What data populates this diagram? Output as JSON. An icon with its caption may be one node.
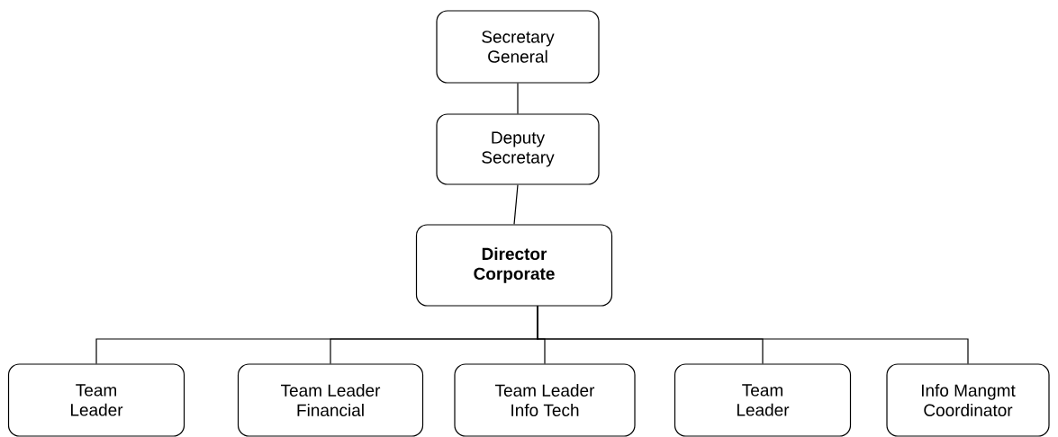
{
  "diagram": {
    "nodes": [
      {
        "text": [
          "Secretary General"
        ]
      },
      {
        "text": [
          "Deputy Secretary"
        ]
      },
      {
        "text": [
          "Director Corporate"
        ]
      },
      {
        "text": [
          "Team Leader"
        ]
      },
      {
        "text": [
          "Team Leader Financial"
        ]
      },
      {
        "text": [
          "Team Leader Info Tech"
        ]
      },
      {
        "text": [
          "Team Leader"
        ]
      },
      {
        "text": [
          "Info Mangmt Coordinator"
        ]
      }
    ],
    "edges": [
      {
        "from": 0,
        "to": 1,
        "arrow": "none"
      },
      {
        "from": 1,
        "to": 2,
        "arrow": "none"
      },
      {
        "from": 2,
        "to": 3,
        "arrow": "none"
      },
      {
        "from": 2,
        "to": 4,
        "arrow": "none"
      },
      {
        "from": 2,
        "to": 5,
        "arrow": "none"
      },
      {
        "from": 2,
        "to": 6,
        "arrow": "none"
      },
      {
        "from": 2,
        "to": 7,
        "arrow": "none"
      }
    ]
  }
}
